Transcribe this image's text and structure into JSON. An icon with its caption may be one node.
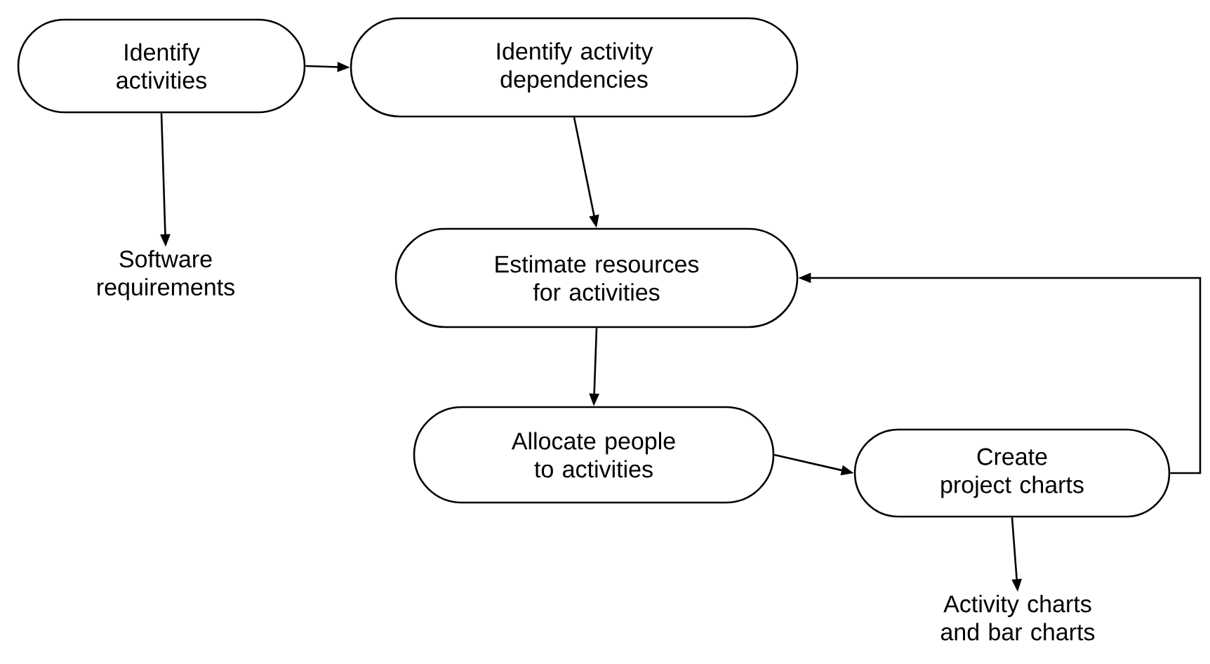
{
  "diagram": {
    "nodes": [
      {
        "text": [
          "Identify activities"
        ]
      },
      {
        "text": [
          "Identify activity dependencies"
        ]
      },
      {
        "text": [
          "Software requirements"
        ]
      },
      {
        "text": [
          "Estimate resources for activities"
        ]
      },
      {
        "text": [
          "Allocate people to activities"
        ]
      },
      {
        "text": [
          "Create project charts"
        ]
      },
      {
        "text": [
          "Activity charts and bar charts"
        ]
      }
    ],
    "edges": [
      {
        "from": 0,
        "to": 1,
        "arrow": "to"
      },
      {
        "from": 0,
        "to": 2,
        "arrow": "to"
      },
      {
        "from": 1,
        "to": 3,
        "arrow": "to"
      },
      {
        "from": 3,
        "to": 4,
        "arrow": "to"
      },
      {
        "from": 4,
        "to": 5,
        "arrow": "to"
      },
      {
        "from": 5,
        "to": 6,
        "arrow": "to"
      },
      {
        "from": 5,
        "to": 3,
        "arrow": "to"
      }
    ]
  }
}
